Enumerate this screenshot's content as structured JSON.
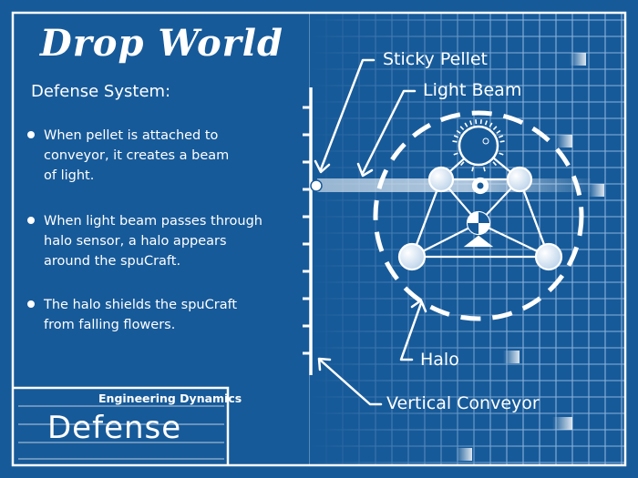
{
  "title": "Drop World",
  "subtitle": "Defense System:",
  "bullets": [
    {
      "lines": [
        "When pellet is attached to",
        "conveyor, it creates a beam",
        "of light."
      ]
    },
    {
      "lines": [
        "When light beam passes through",
        "halo sensor, a halo appears",
        "around the spuCraft."
      ]
    },
    {
      "lines": [
        "The halo shields the spuCraft",
        "from falling flowers."
      ]
    }
  ],
  "labels": {
    "sticky_pellet": "Sticky Pellet",
    "light_beam": "Light Beam",
    "halo": "Halo",
    "vertical_conveyor": "Vertical Conveyor"
  },
  "title_block": {
    "company": "Engineering Dynamics",
    "name": "Defense"
  },
  "colors": {
    "background": "#175a99",
    "line": "#ffffff",
    "grid": "#9fc2e6"
  }
}
